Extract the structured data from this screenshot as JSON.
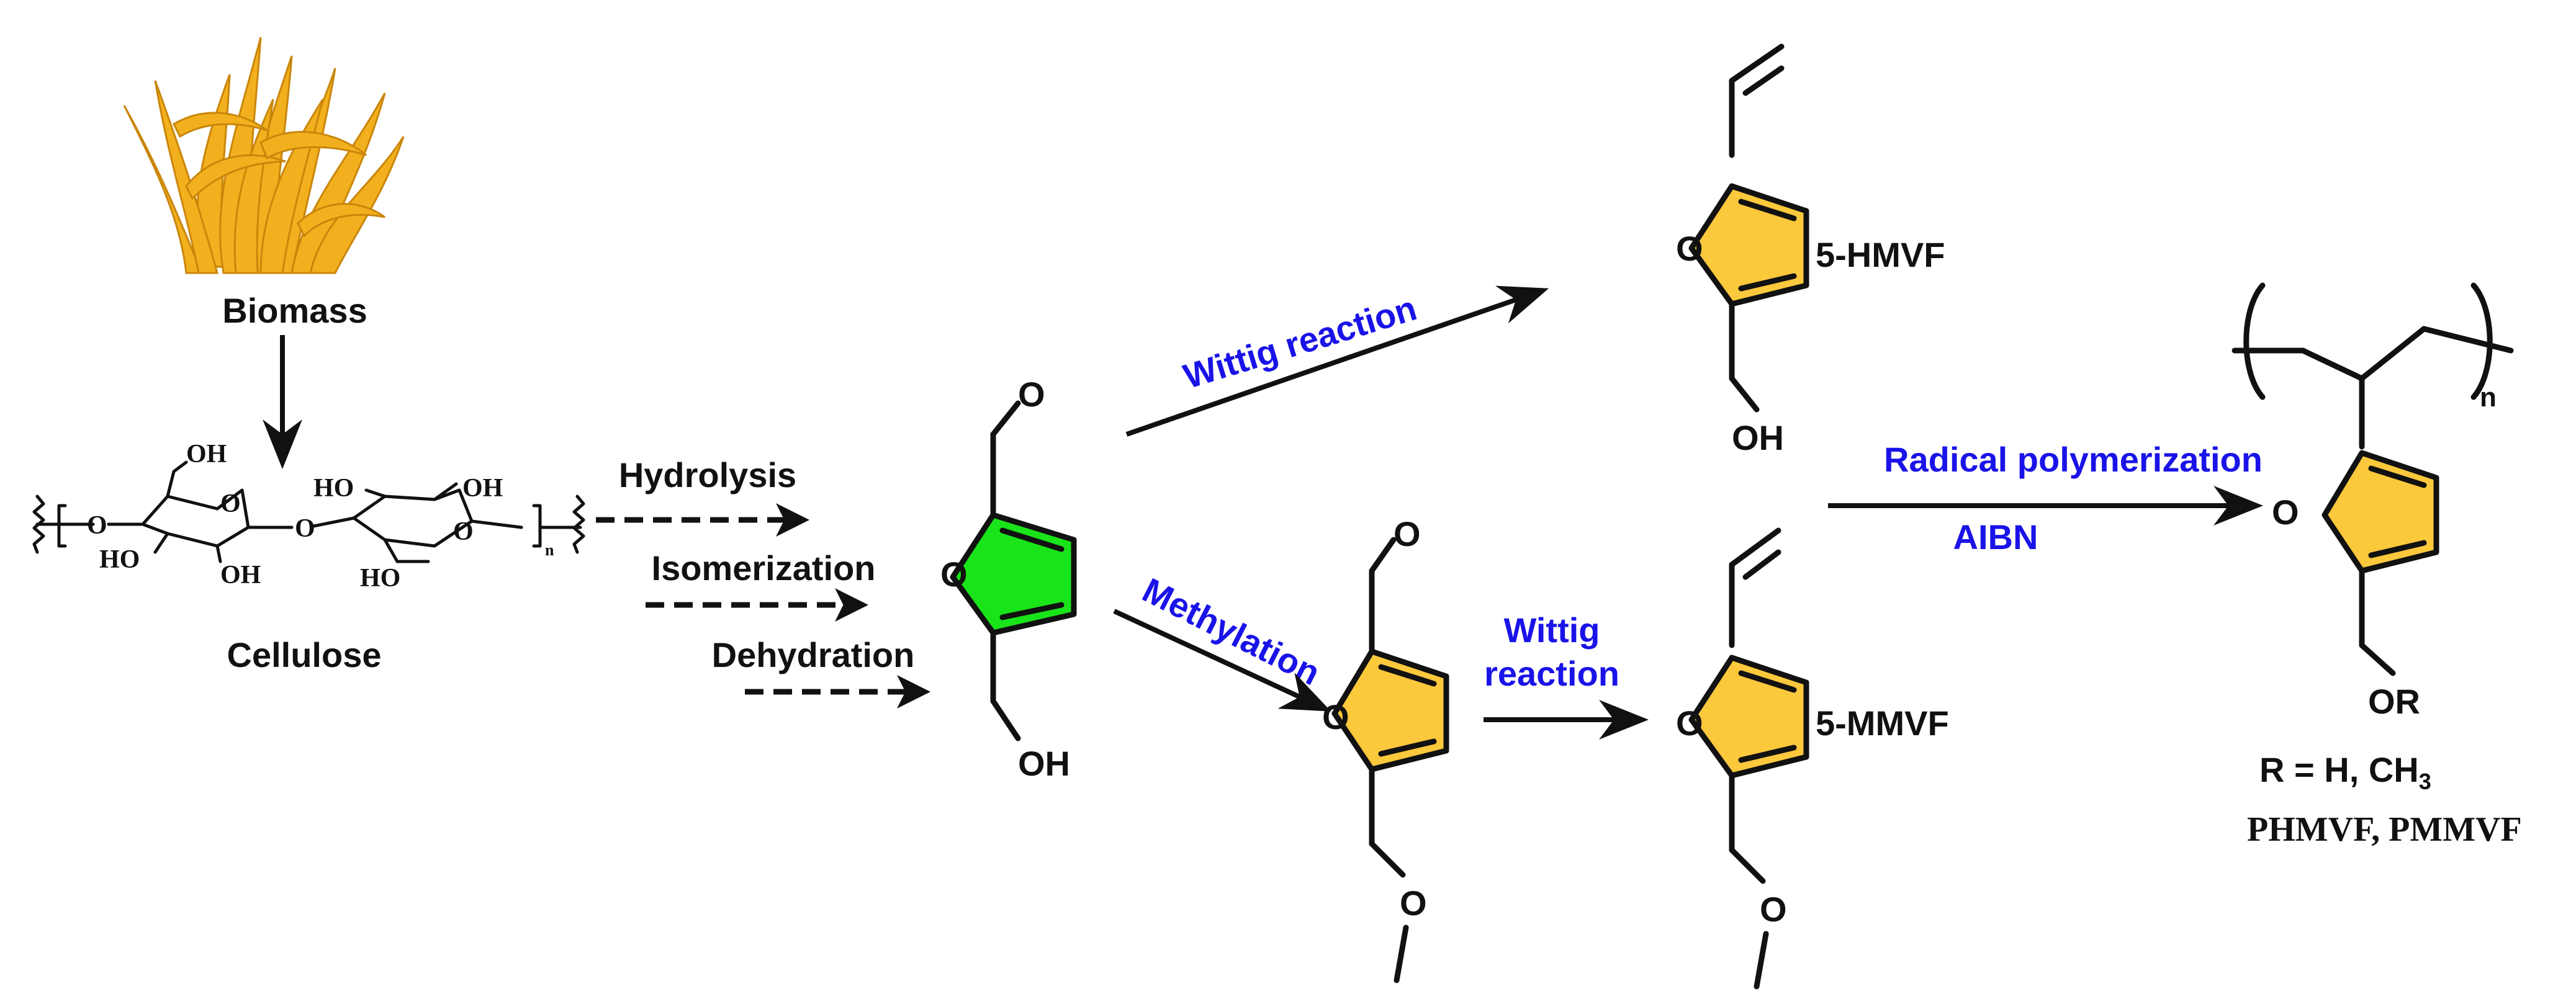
{
  "labels": {
    "biomass": "Biomass",
    "cellulose": "Cellulose",
    "hydrolysis": "Hydrolysis",
    "isomerization": "Isomerization",
    "dehydration": "Dehydration",
    "wittig_top": "Wittig reaction",
    "methylation": "Methylation",
    "wittig_mid_1": "Wittig",
    "wittig_mid_2": "reaction",
    "radical": "Radical polymerization",
    "aibn": "AIBN",
    "hmvf": "5-HMVF",
    "mmvf": "5-MMVF",
    "r_eq": "R = H, CH",
    "r_sub": "3",
    "polymers": "PHMVF, PMMVF"
  },
  "atoms": {
    "O": "O",
    "OH": "OH",
    "HO": "HO",
    "OR": "OR",
    "n": "n"
  },
  "colors": {
    "furan_ring": "#fcc83c",
    "hmf_ring": "#19e419",
    "reaction_text": "#1a13e8",
    "biomass": "#f2b01e"
  },
  "icons": [
    "biomass-grass-icon"
  ]
}
